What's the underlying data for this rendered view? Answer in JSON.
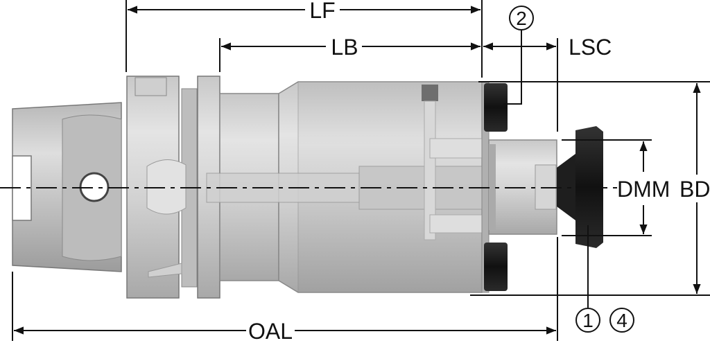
{
  "dimensions": {
    "lf": "LF",
    "lb": "LB",
    "lsc": "LSC",
    "dmm": "DMM",
    "bd": "BD",
    "oal": "OAL"
  },
  "callouts": {
    "two": "2",
    "one": "1",
    "four": "4"
  },
  "colors": {
    "line": "#111111",
    "body_light": "#d9d9d9",
    "body_mid": "#bdbdbd",
    "body_dark": "#8c8c8c",
    "blade": "#1a1a1a"
  }
}
